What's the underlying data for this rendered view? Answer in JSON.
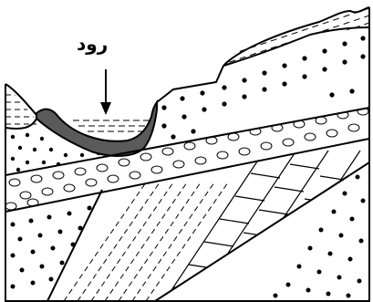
{
  "diagram": {
    "river_label": "رود",
    "colors": {
      "ink": "#000000",
      "river_bed": "#5a5a5a",
      "background": "#ffffff"
    },
    "layers": [
      "dashed-shale-top",
      "dotted-sandstone-upper",
      "oval-conglomerate",
      "dashed-shale-lower",
      "brick-limestone",
      "dotted-sandstone-lower"
    ]
  }
}
